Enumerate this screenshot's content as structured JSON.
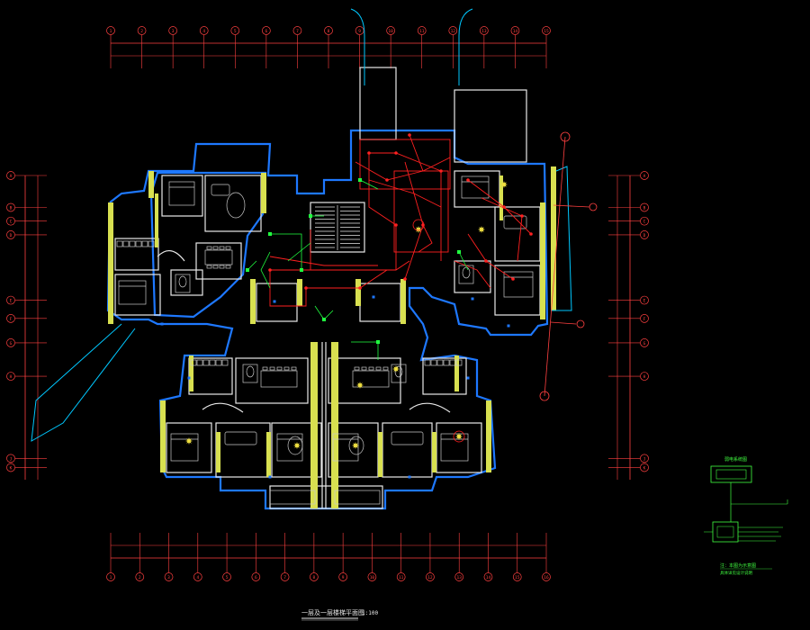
{
  "drawing": {
    "title": "一层及一层楼梯平面图",
    "scale": "1:100",
    "colors": {
      "background": "#000000",
      "grid": "#ff4040",
      "wall_outer": "#1e78ff",
      "wall_core": "#ffffff",
      "column": "#d8e050",
      "electric": "#ff2020",
      "weak": "#20ff40",
      "furniture": "#c8c8c8",
      "accent": "#00c8ff",
      "detail": "#40ff40"
    }
  },
  "axes": {
    "top": [
      "1",
      "2",
      "3",
      "4",
      "5",
      "6",
      "7",
      "8",
      "9",
      "10",
      "11",
      "12",
      "13",
      "14",
      "15"
    ],
    "bottom": [
      "1",
      "2",
      "3",
      "4",
      "5",
      "6",
      "7",
      "8",
      "9",
      "10",
      "11",
      "12",
      "13",
      "14",
      "15",
      "16"
    ],
    "left": [
      "A",
      "B",
      "C",
      "D",
      "E",
      "F",
      "G",
      "H",
      "J",
      "K"
    ],
    "right": [
      "A",
      "B",
      "C",
      "D",
      "E",
      "F",
      "G",
      "H",
      "J",
      "K"
    ]
  },
  "detail": {
    "title": "弱电系统图",
    "note1": "注：本图为示意图",
    "note2": "具体详见设计说明"
  }
}
